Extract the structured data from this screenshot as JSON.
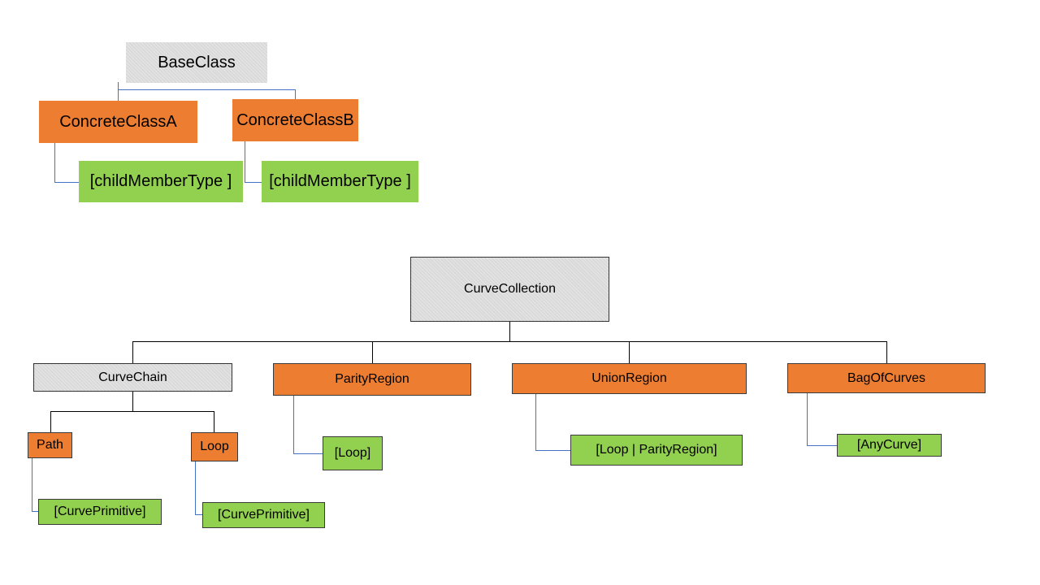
{
  "legend": {
    "base": "BaseClass",
    "concrete_a": "ConcreteClassA",
    "concrete_b": "ConcreteClassB",
    "child_a": "[childMemberType ]",
    "child_b": "[childMemberType ]"
  },
  "hierarchy": {
    "root": "CurveCollection",
    "curve_chain": "CurveChain",
    "parity_region": "ParityRegion",
    "union_region": "UnionRegion",
    "bag_of_curves": "BagOfCurves",
    "path": "Path",
    "loop": "Loop",
    "path_child": "[CurvePrimitive]",
    "loop_child": "[CurvePrimitive]",
    "parity_child": "[Loop]",
    "union_child": "[Loop | ParityRegion]",
    "bag_child": "[AnyCurve]"
  },
  "colors": {
    "abstract": "#d9d9d9",
    "concrete": "#ed7d31",
    "member": "#92d050",
    "member_connector": "#4472c4",
    "hierarchy_connector": "#000000"
  }
}
